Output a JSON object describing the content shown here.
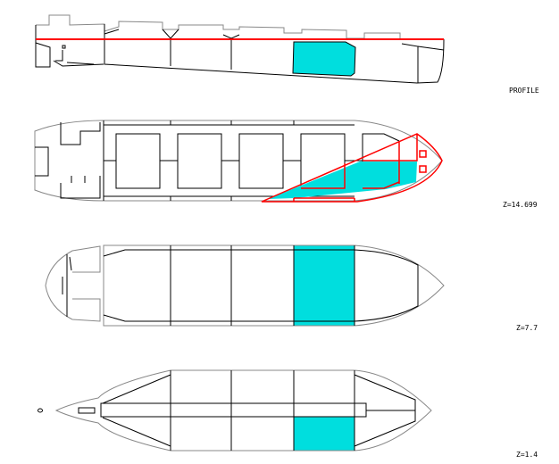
{
  "colors": {
    "highlight": "#00dede",
    "section_line": "#ff0000",
    "outline": "#000000"
  },
  "views": [
    {
      "label": "PROFILE"
    },
    {
      "label": "Z=14.699"
    },
    {
      "label": "Z=7.7"
    },
    {
      "label": "Z=1.4"
    }
  ]
}
